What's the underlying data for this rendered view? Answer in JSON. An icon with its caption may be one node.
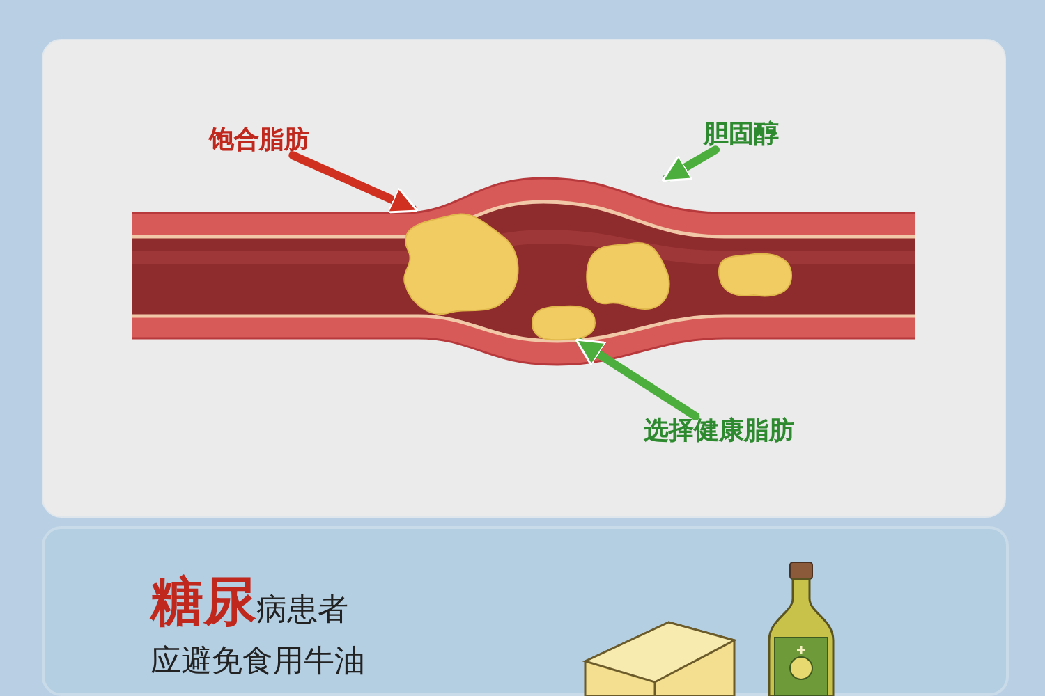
{
  "diagram": {
    "nodes": [
      {
        "text": [
          "饱合脂肪"
        ]
      },
      {
        "text": [
          "胆固醇"
        ]
      },
      {
        "text": [],
        "shape": "picture"
      },
      {
        "text": [],
        "shape": "cloud",
        "in": 2
      },
      {
        "text": [],
        "shape": "cloud",
        "in": 2
      },
      {
        "text": [],
        "shape": "cloud",
        "in": 2
      },
      {
        "text": [],
        "shape": "cloud",
        "in": 2
      },
      {
        "text": [
          "选择健康脂肪"
        ]
      }
    ],
    "edges": [
      {
        "from": 0,
        "to": 3,
        "arrow": "to",
        "color": "#d0301f"
      },
      {
        "from": 1,
        "to": 2,
        "arrow": "to"
      },
      {
        "from": 7,
        "to": 6,
        "arrow": "to"
      }
    ],
    "labels": [
      "**糖尿**病患者",
      "应避免食用牛油"
    ]
  }
}
